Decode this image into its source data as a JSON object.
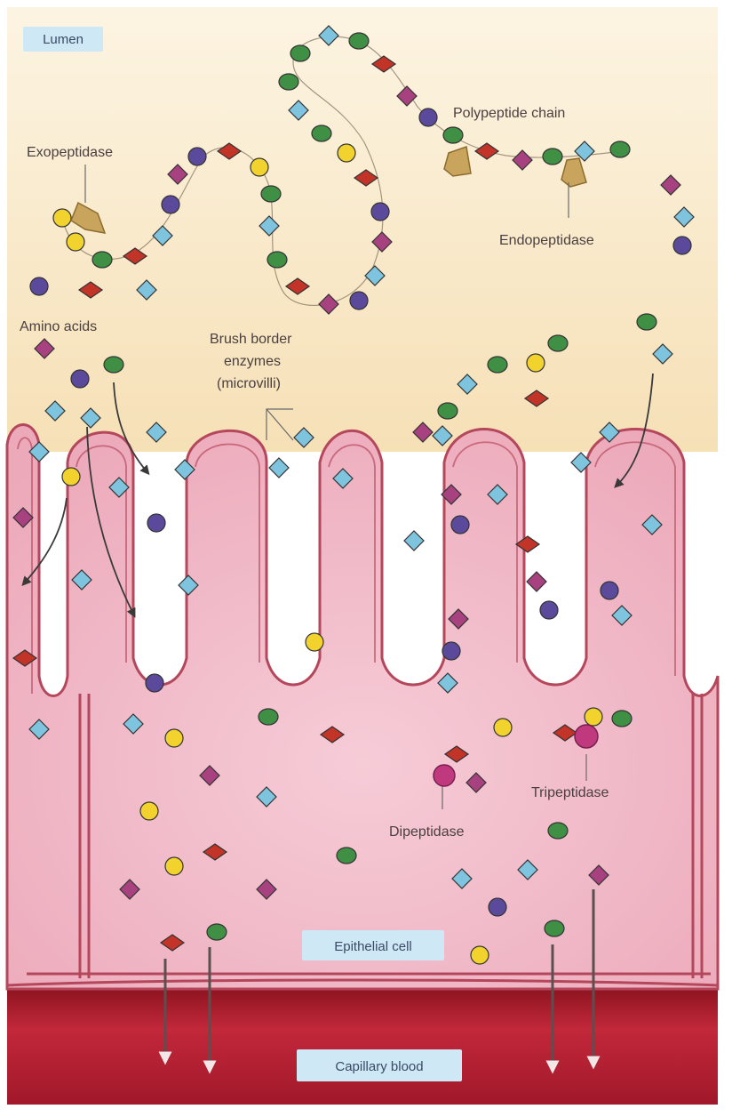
{
  "labels": {
    "lumen": "Lumen",
    "polypeptide_chain": "Polypeptide chain",
    "exopeptidase": "Exopeptidase",
    "endopeptidase": "Endopeptidase",
    "amino_acids": "Amino acids",
    "brush_border_line1": "Brush border",
    "brush_border_line2": "enzymes",
    "brush_border_line3": "(microvilli)",
    "dipeptidase": "Dipeptidase",
    "tripeptidase": "Tripeptidase",
    "epithelial_cell": "Epithelial cell",
    "capillary_blood": "Capillary blood"
  },
  "colors": {
    "lumen_top": "#fbf2dc",
    "lumen_bottom": "#f7e3bd",
    "cell_fill": "#f2bccb",
    "cell_outline": "#b5475c",
    "blood": "#b51e2e",
    "label_box": "#cfe8f6",
    "amino_green": "#3f8f45",
    "amino_blue": "#7ec4df",
    "amino_red": "#c23328",
    "amino_purple": "#5b4a9c",
    "amino_magenta": "#a8417f",
    "amino_yellow": "#f2d22c",
    "enzyme_tan": "#c9a45c"
  }
}
